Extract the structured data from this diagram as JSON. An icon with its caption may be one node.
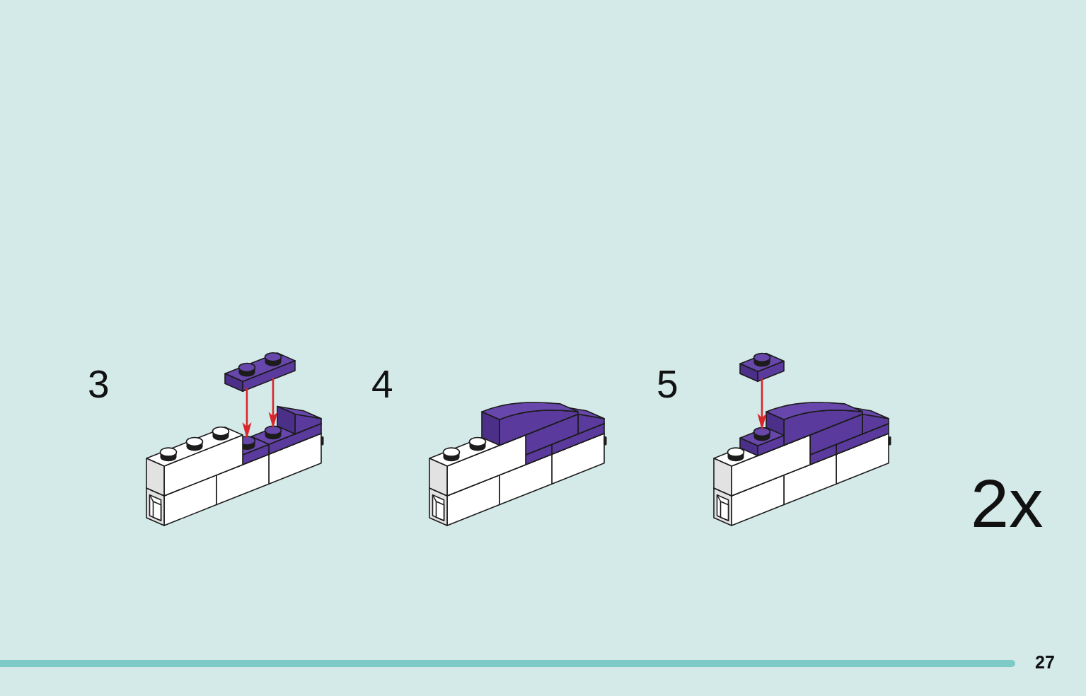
{
  "diagram": {
    "nodes": [
      {
        "text": [],
        "shape": "picture"
      },
      {
        "text": [],
        "shape": "picture"
      },
      {
        "text": [],
        "shape": "picture"
      },
      {
        "text": [],
        "shape": "picture"
      },
      {
        "text": [],
        "shape": "picture"
      }
    ],
    "edges": [
      {
        "from": 0,
        "to": 1,
        "arrow": "to"
      },
      {
        "from": 0,
        "to": 1,
        "arrow": "to"
      },
      {
        "from": 3,
        "to": 4,
        "arrow": "to"
      }
    ],
    "labels": [
      "3",
      "4",
      "5",
      "2x",
      "27"
    ]
  }
}
